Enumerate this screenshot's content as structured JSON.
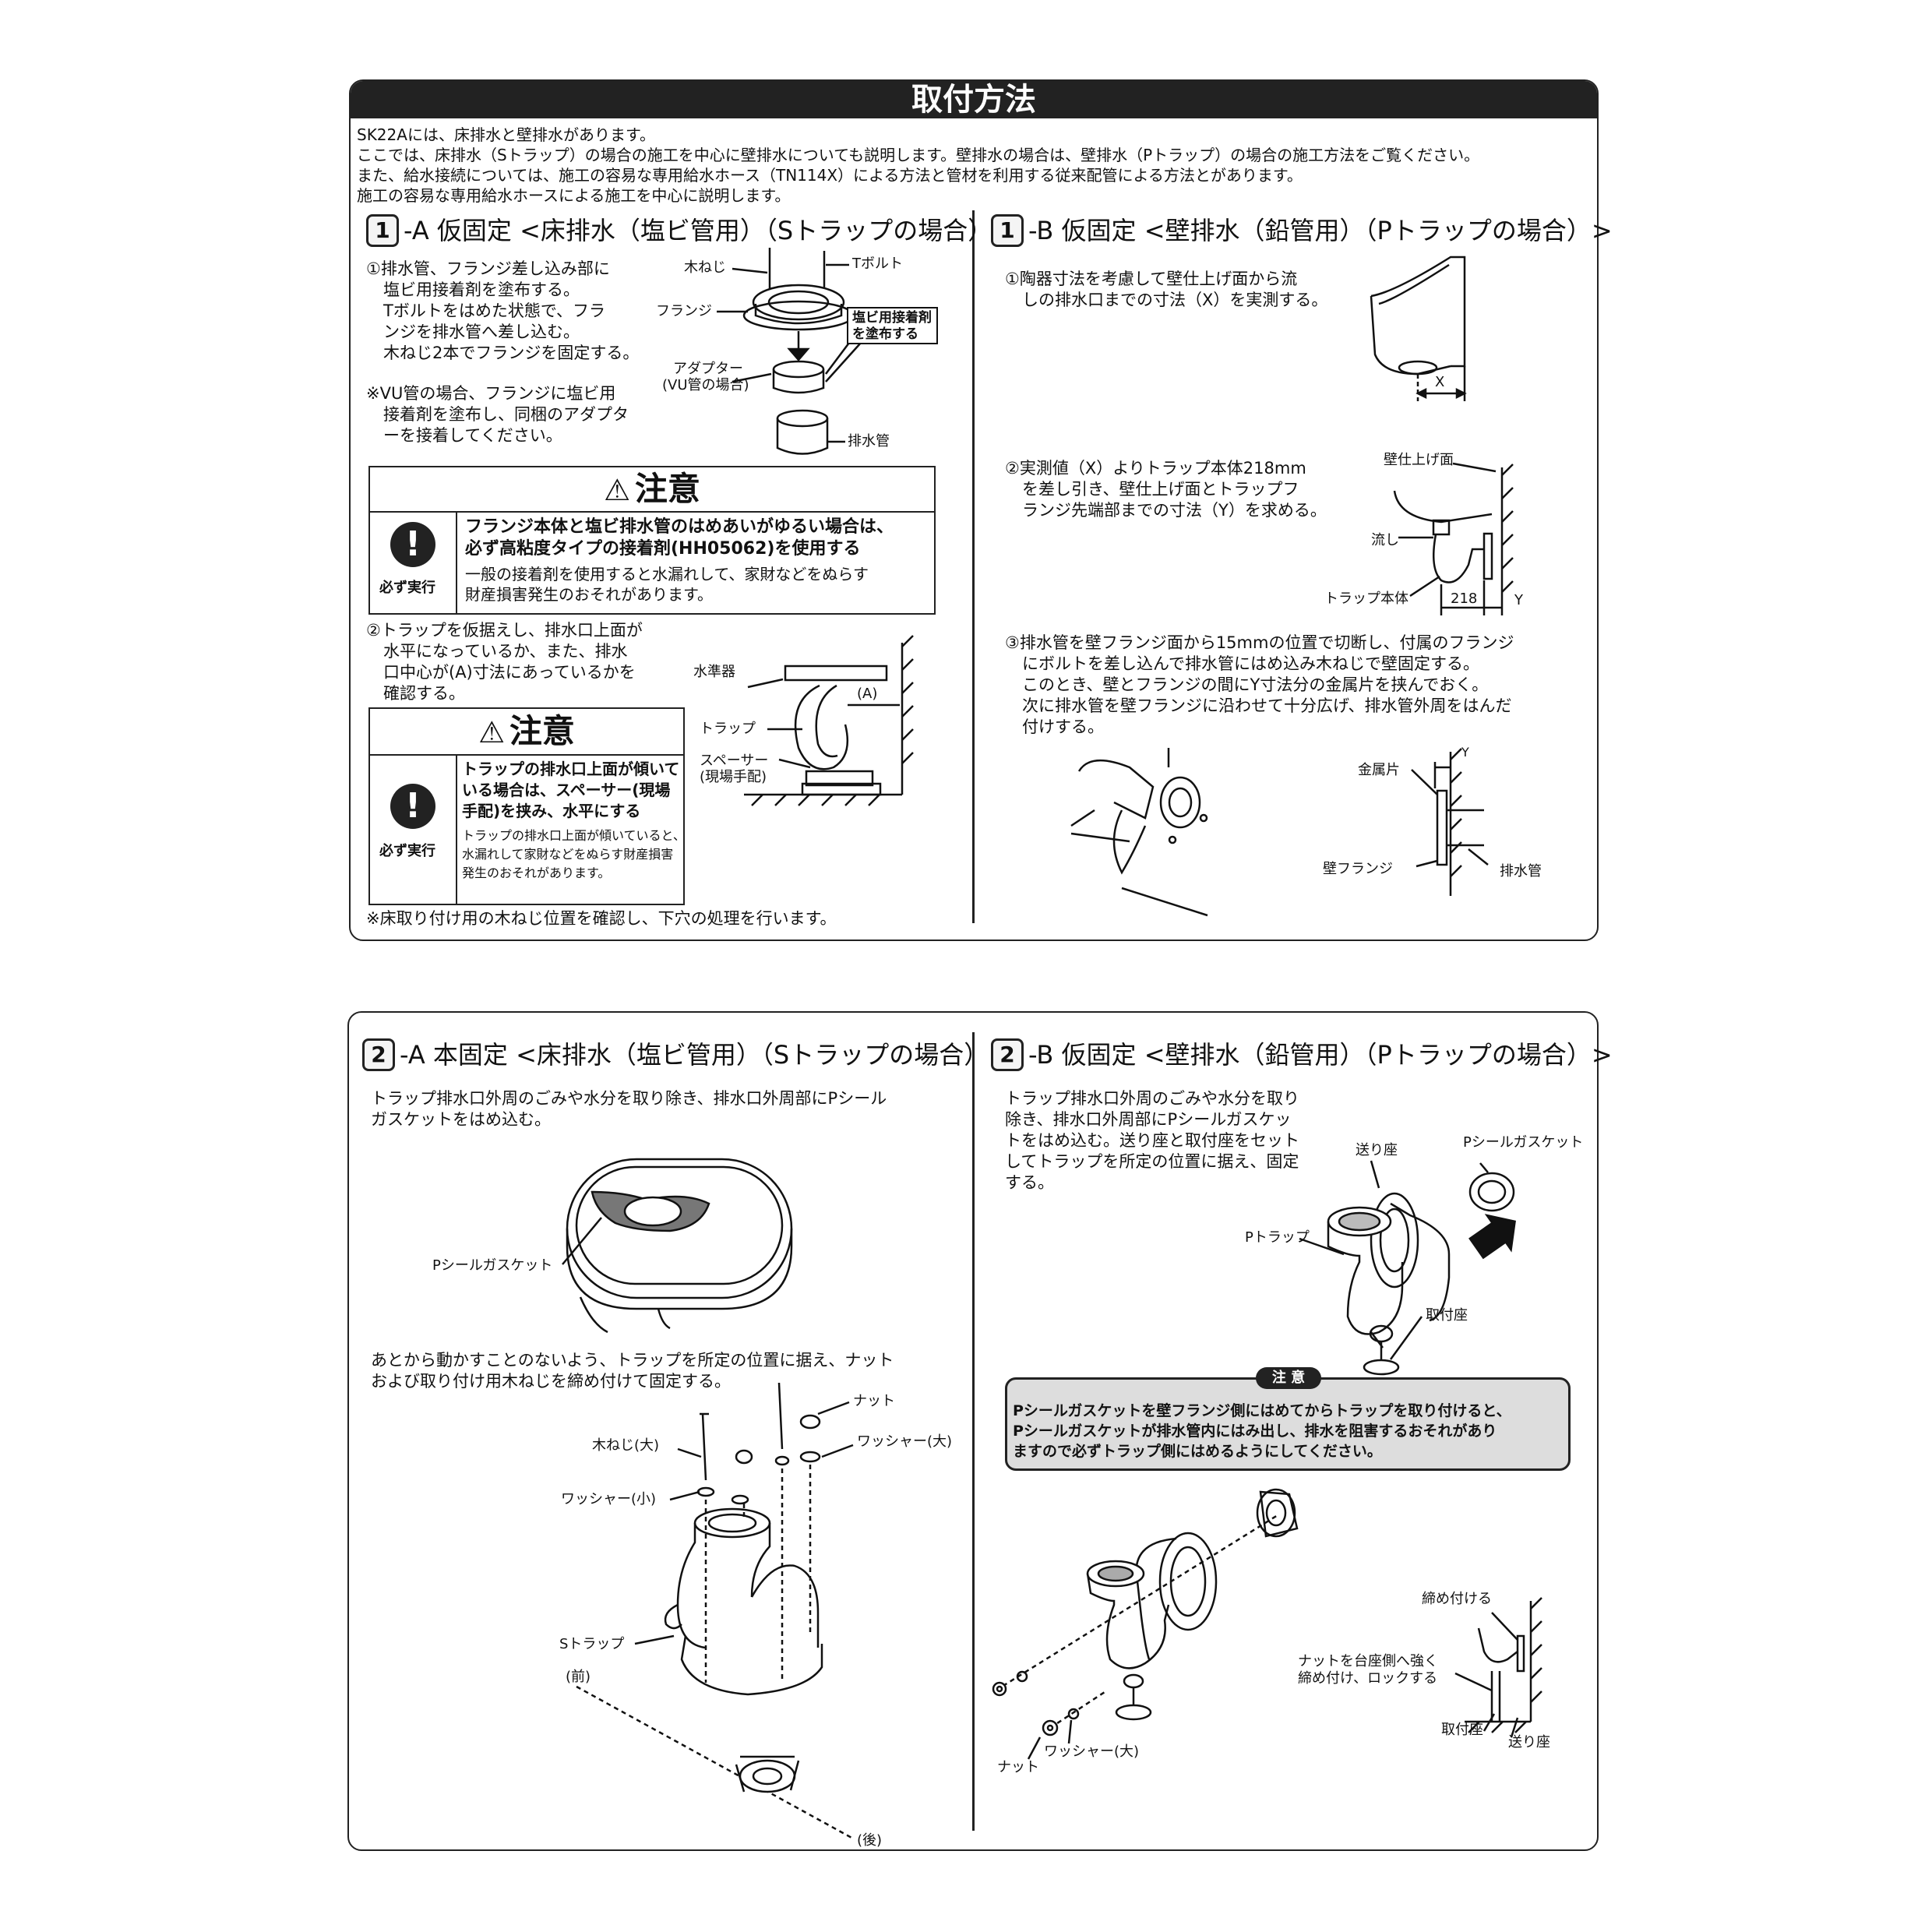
{
  "title": "取付方法",
  "intro": [
    "SK22Aには、床排水と壁排水があります。",
    "ここでは、床排水（Sトラップ）の場合の施工を中心に壁排水についても説明します。壁排水の場合は、壁排水（Pトラップ）の場合の施工方法をご覧ください。",
    "また、給水接続については、施工の容易な専用給水ホース（TN114X）による方法と管材を利用する従来配管による方法とがあります。",
    "施工の容易な専用給水ホースによる施工を中心に説明します。"
  ],
  "s1a": {
    "num": "1",
    "heading": "-A 仮固定 <床排水（塩ビ管用）（Sトラップの場合）>",
    "step1": [
      "①排水管、フランジ差し込み部に",
      "塩ビ用接着剤を塗布する。",
      "Tボルトをはめた状態で、フラ",
      "ンジを排水管へ差し込む。",
      "木ねじ2本でフランジを固定する。"
    ],
    "note_vu": [
      "※VU管の場合、フランジに塩ビ用",
      "接着剤を塗布し、同梱のアダプタ",
      "ーを接着してください。"
    ],
    "labels": {
      "wood_screw": "木ねじ",
      "t_bolt": "Tボルト",
      "flange": "フランジ",
      "adhesive": [
        "塩ビ用接着剤",
        "を塗布する"
      ],
      "adapter": [
        "アダプター",
        "(VU管の場合)"
      ],
      "drain_pipe": "排水管"
    },
    "caution1": {
      "title": "注意",
      "icon_label": "必ず実行",
      "bold": [
        "フランジ本体と塩ビ排水管のはめあいがゆるい場合は、",
        "必ず高粘度タイプの接着剤(HH05062)を使用する"
      ],
      "normal": [
        "一般の接着剤を使用すると水漏れして、家財などをぬらす",
        "財産損害発生のおそれがあります。"
      ]
    },
    "step2": [
      "②トラップを仮据えし、排水口上面が",
      "水平になっているか、また、排水",
      "口中心が(A)寸法にあっているかを",
      "確認する。"
    ],
    "labels2": {
      "level": "水準器",
      "trap": "トラップ",
      "spacer": [
        "スペーサー",
        "(現場手配)"
      ],
      "a_dim": "(A)"
    },
    "caution2": {
      "title": "注意",
      "icon_label": "必ず実行",
      "bold": [
        "トラップの排水口上面が傾いて",
        "いる場合は、スペーサー(現場",
        "手配)を挟み、水平にする"
      ],
      "normal": [
        "トラップの排水口上面が傾いていると、",
        "水漏れして家財などをぬらす財産損害",
        "発生のおそれがあります。"
      ]
    },
    "footnote": "※床取り付け用の木ねじ位置を確認し、下穴の処理を行います。"
  },
  "s1b": {
    "num": "1",
    "heading": "-B 仮固定 <壁排水（鉛管用）（Pトラップの場合）>",
    "step1": [
      "①陶器寸法を考慮して壁仕上げ面から流",
      "しの排水口までの寸法（X）を実測する。"
    ],
    "x_label": "X",
    "step2": [
      "②実測値（X）よりトラップ本体218mm",
      "を差し引き、壁仕上げ面とトラップフ",
      "ランジ先端部までの寸法（Y）を求める。"
    ],
    "labels2": {
      "wall_finish": "壁仕上げ面",
      "sink": "流し",
      "trap_body": "トラップ本体",
      "dim218": "218",
      "y": "Y"
    },
    "step3": [
      "③排水管を壁フランジ面から15mmの位置で切断し、付属のフランジ",
      "にボルトを差し込んで排水管にはめ込み木ねじで壁固定する。",
      "このとき、壁とフランジの間にY寸法分の金属片を挟んでおく。",
      "次に排水管を壁フランジに沿わせて十分広げ、排水管外周をはんだ",
      "付けする。"
    ],
    "labels3": {
      "metal": "金属片",
      "y": "Y",
      "wall_flange": "壁フランジ",
      "drain_pipe": "排水管"
    }
  },
  "s2a": {
    "num": "2",
    "heading": "-A 本固定 <床排水（塩ビ管用）（Sトラップの場合）>",
    "step1": [
      "トラップ排水口外周のごみや水分を取り除き、排水口外周部にPシール",
      "ガスケットをはめ込む。"
    ],
    "gasket_label": "Pシールガスケット",
    "step2": [
      "あとから動かすことのないよう、トラップを所定の位置に据え、ナット",
      "および取り付け用木ねじを締め付けて固定する。"
    ],
    "labels": {
      "nut": "ナット",
      "wood_screw_large": "木ねじ(大)",
      "washer_large": "ワッシャー(大)",
      "washer_small": "ワッシャー(小)",
      "s_trap": "Sトラップ",
      "front": "(前)",
      "back": "(後)"
    }
  },
  "s2b": {
    "num": "2",
    "heading": "-B 仮固定 <壁排水（鉛管用）（Pトラップの場合）>",
    "step1": [
      "トラップ排水口外周のごみや水分を取り",
      "除き、排水口外周部にPシールガスケッ",
      "トをはめ込む。送り座と取付座をセット",
      "してトラップを所定の位置に据え、固定",
      "する。"
    ],
    "labels": {
      "send_seat": "送り座",
      "gasket": "Pシールガスケット",
      "p_trap": "Pトラップ",
      "mount_seat": "取付座"
    },
    "note_tag": "注 意",
    "note": [
      "Pシールガスケットを壁フランジ側にはめてからトラップを取り付けると、",
      "Pシールガスケットが排水管内にはみ出し、排水を阻害するおそれがあり",
      "ますので必ずトラップ側にはめるようにしてください。"
    ],
    "labels2": {
      "tighten": "締め付ける",
      "nut_lock": [
        "ナットを台座側へ強く",
        "締め付け、ロックする"
      ],
      "mount_seat": "取付座",
      "send_seat": "送り座",
      "nut": "ナット",
      "washer_large": "ワッシャー(大)"
    }
  }
}
